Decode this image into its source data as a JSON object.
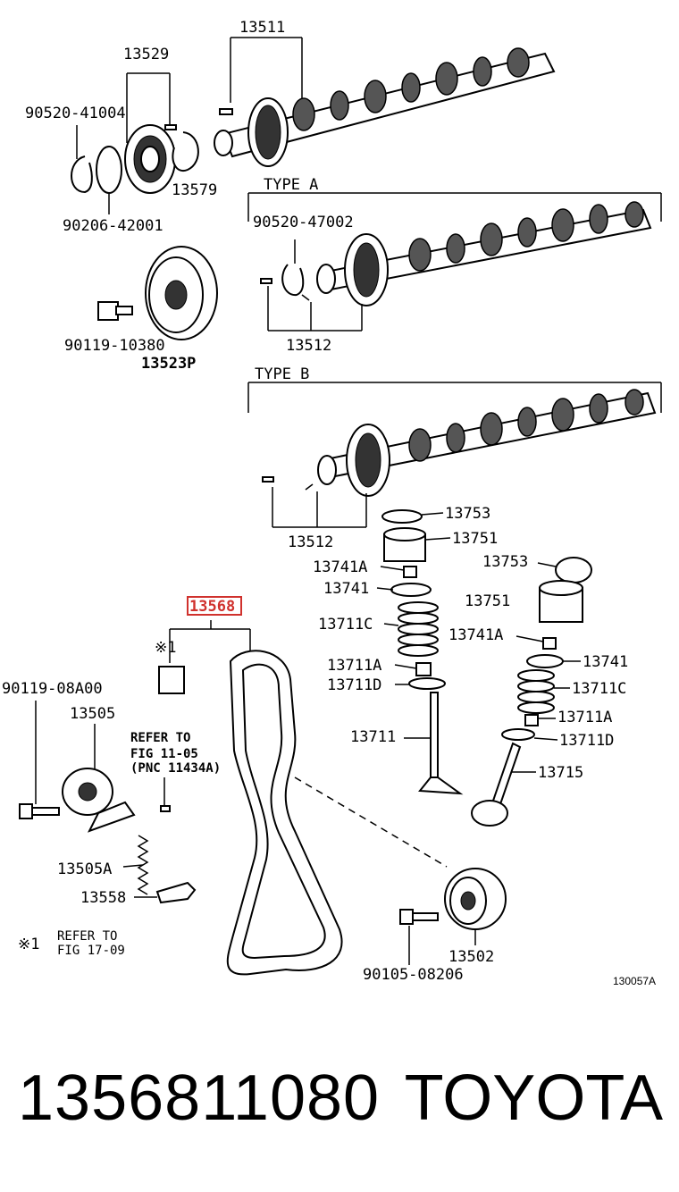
{
  "labels": {
    "p13511": "13511",
    "p13529": "13529",
    "p90520_41004": "90520-41004",
    "p90206_42001": "90206-42001",
    "p13579": "13579",
    "typeA": "TYPE A",
    "p90520_47002": "90520-47002",
    "p13512a": "13512",
    "p90119_10380": "90119-10380",
    "p13523P": "13523P",
    "typeB": "TYPE B",
    "p13512b": "13512",
    "p13753a": "13753",
    "p13751a": "13751",
    "p13741Aa": "13741A",
    "p13741a": "13741",
    "p13711Ca": "13711C",
    "p13711Aa": "13711A",
    "p13711Da": "13711D",
    "p13711": "13711",
    "p13753b": "13753",
    "p13751b": "13751",
    "p13741Ab": "13741A",
    "p13741b": "13741",
    "p13711Cb": "13711C",
    "p13711Ab": "13711A",
    "p13711Db": "13711D",
    "p13715": "13715",
    "p13568": "13568",
    "note1": "※1",
    "p90119_08A00": "90119-08A00",
    "p13505": "13505",
    "refer1": "REFER TO",
    "refer2": "FIG 11-05",
    "refer3": "(PNC 11434A)",
    "p13505A": "13505A",
    "p13558": "13558",
    "note2_mark": "※1",
    "note2_l1": "REFER TO",
    "note2_l2": "FIG 17-09",
    "p13502": "13502",
    "p90105_08206": "90105-08206",
    "figno": "130057A"
  },
  "footer": {
    "part_number": "1356811080",
    "brand": "TOYOTA"
  },
  "colors": {
    "highlight": "#d0312d",
    "ink": "#000000"
  }
}
